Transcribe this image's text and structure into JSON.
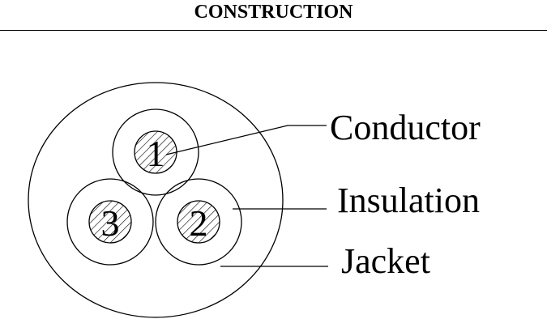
{
  "title": "CONSTRUCTION",
  "cores": [
    {
      "number": "1"
    },
    {
      "number": "2"
    },
    {
      "number": "3"
    }
  ],
  "labels": {
    "conductor": "Conductor",
    "insulation": "Insulation",
    "jacket": "Jacket"
  },
  "colors": {
    "line": "#000000",
    "background": "#ffffff"
  }
}
